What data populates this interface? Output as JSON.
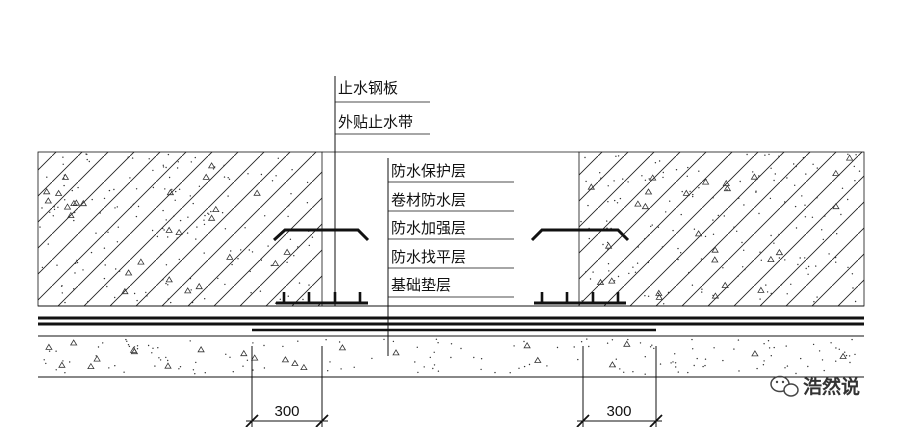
{
  "top_labels": [
    "止水钢板",
    "外贴止水带"
  ],
  "layer_labels": [
    "防水保护层",
    "卷材防水层",
    "防水加强层",
    "防水找平层",
    "基础垫层"
  ],
  "dimensions": {
    "left": "300",
    "right": "300"
  },
  "watermark": {
    "text": "浩然说",
    "icon": "wechat-icon"
  },
  "colors": {
    "line": "#111111",
    "background": "#ffffff"
  }
}
